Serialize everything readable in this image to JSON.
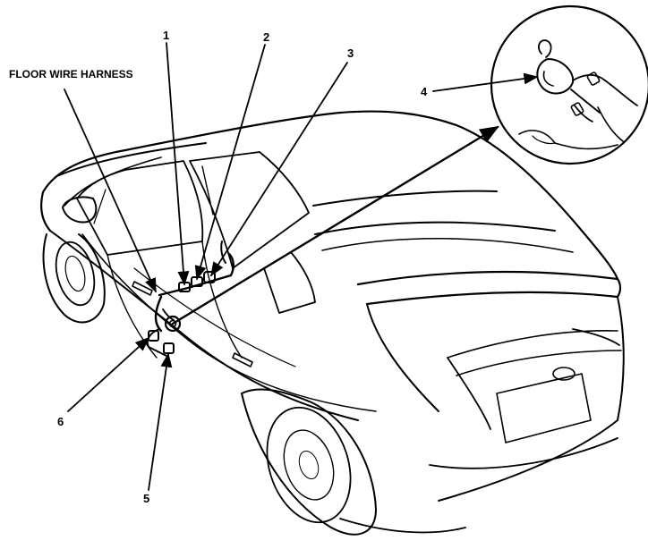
{
  "diagram": {
    "harness_label": "FLOOR WIRE HARNESS",
    "callouts": [
      {
        "id": "1",
        "text": "1"
      },
      {
        "id": "2",
        "text": "2"
      },
      {
        "id": "3",
        "text": "3"
      },
      {
        "id": "4",
        "text": "4"
      },
      {
        "id": "5",
        "text": "5"
      },
      {
        "id": "6",
        "text": "6"
      }
    ]
  }
}
